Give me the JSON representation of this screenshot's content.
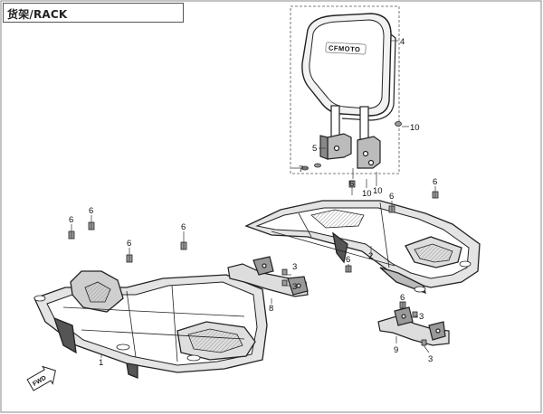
{
  "title": "货架/RACK",
  "fwd_label": "FWD",
  "backrest_logo": "CFMOTO",
  "callouts": {
    "c1": "1",
    "c2": "2",
    "c3a": "3",
    "c3b": "3",
    "c3c": "3",
    "c3d": "3",
    "c4": "4",
    "c5": "5",
    "c6a": "6",
    "c6b": "6",
    "c6c": "6",
    "c6d": "6",
    "c6e": "6",
    "c6f": "6",
    "c6g": "6",
    "c6h": "6",
    "c6i": "6",
    "c7": "7",
    "c8": "8",
    "c9": "9",
    "c10a": "10",
    "c10b": "10",
    "c10c": "10"
  }
}
